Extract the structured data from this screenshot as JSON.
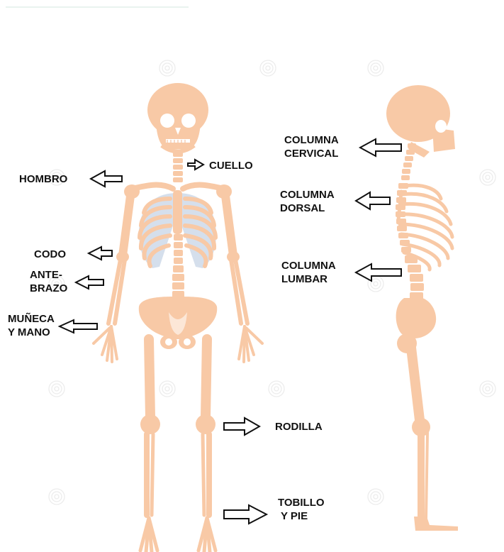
{
  "colors": {
    "bone": "#f8c9a6",
    "bone_dark": "#f0b48d",
    "lung_vessels": "#b9c9df",
    "arrow_stroke": "#111111",
    "arrow_fill": "#ffffff",
    "text": "#111111"
  },
  "labels": {
    "cuello": [
      "CUELLO"
    ],
    "hombro": [
      "HOMBRO"
    ],
    "codo": [
      "CODO"
    ],
    "antebrazo": [
      "ANTE-",
      "BRAZO"
    ],
    "muneca": [
      "MUÑECA",
      "Y MANO"
    ],
    "rodilla": [
      "RODILLA"
    ],
    "tobillo": [
      "TOBILLO",
      "Y PIE"
    ],
    "cervical": [
      "COLUMNA",
      "CERVICAL"
    ],
    "dorsal": [
      "COLUMNA",
      "DORSAL"
    ],
    "lumbar": [
      "COLUMNA",
      "LUMBAR"
    ]
  },
  "icons": {
    "arrow": "hollow-block-arrow-icon",
    "watermark": "spiral-watermark-icon"
  }
}
